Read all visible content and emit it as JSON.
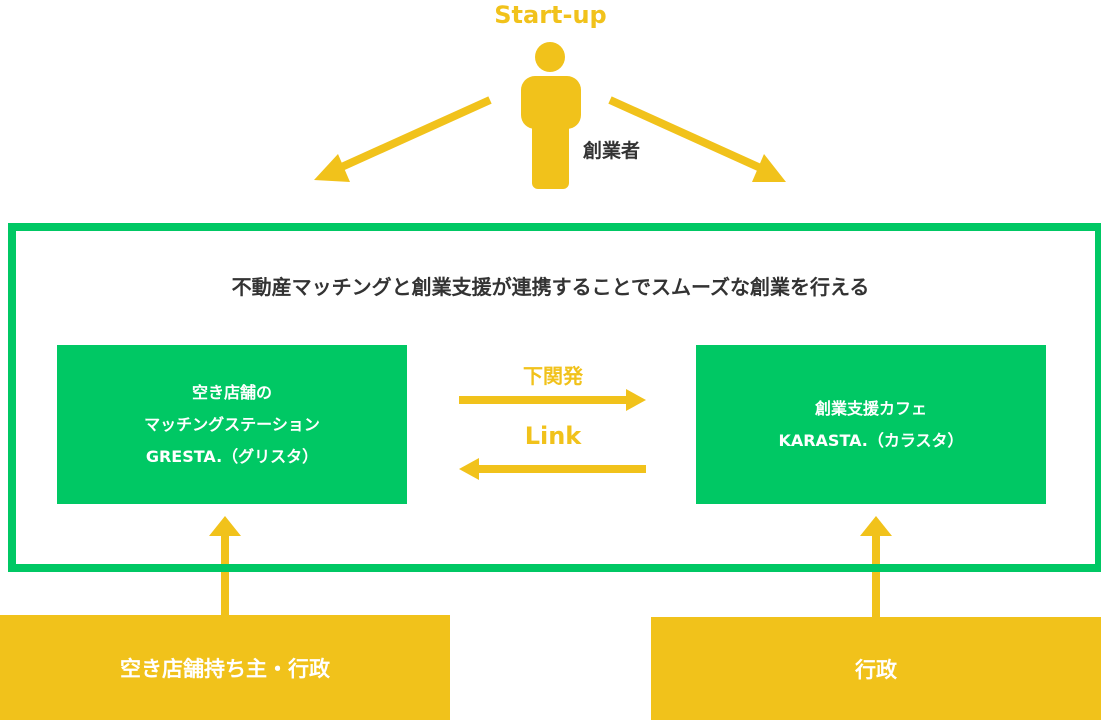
{
  "colors": {
    "accent_yellow": "#f1c21b",
    "accent_green": "#00c864",
    "text_dark": "#333333",
    "text_on_box": "#ffffff"
  },
  "header": {
    "title": "Start-up",
    "founder_label": "創業者",
    "founder_icon": "person-icon"
  },
  "frame": {
    "headline": "不動産マッチングと創業支援が連携することでスムーズな創業を行える"
  },
  "left_box": {
    "lines": [
      "空き店舗の",
      "マッチングステーション",
      "GRESTA.（グリスタ）"
    ]
  },
  "right_box": {
    "lines": [
      "創業支援カフェ",
      "KARASTA.（カラスタ）"
    ]
  },
  "link": {
    "label_ja": "下関発",
    "label_en": "Link"
  },
  "bottom": {
    "left_label": "空き店舗持ち主・行政",
    "right_label": "行政"
  }
}
